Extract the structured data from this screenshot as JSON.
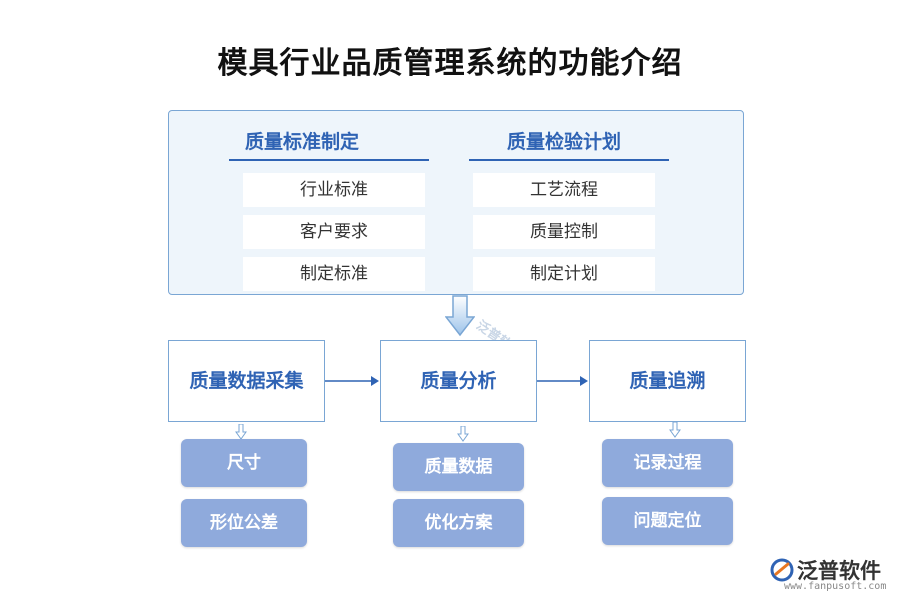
{
  "title": "模具行业品质管理系统的功能介绍",
  "standards": {
    "left": {
      "heading": "质量标准制定",
      "items": [
        "行业标准",
        "客户要求",
        "制定标准"
      ]
    },
    "right": {
      "heading": "质量检验计划",
      "items": [
        "工艺流程",
        "质量控制",
        "制定计划"
      ]
    }
  },
  "process": [
    {
      "label": "质量数据采集",
      "subs": [
        "尺寸",
        "形位公差"
      ]
    },
    {
      "label": "质量分析",
      "subs": [
        "质量数据",
        "优化方案"
      ]
    },
    {
      "label": "质量追溯",
      "subs": [
        "记录过程",
        "问题定位"
      ]
    }
  ],
  "watermark": "泛普软件",
  "logo": {
    "name": "泛普软件",
    "url": "www.fanpusoft.com"
  },
  "colors": {
    "accent": "#2f63b4",
    "panel_bg": "#eef5fb",
    "border": "#7aa6d4",
    "button": "#8faadc"
  }
}
